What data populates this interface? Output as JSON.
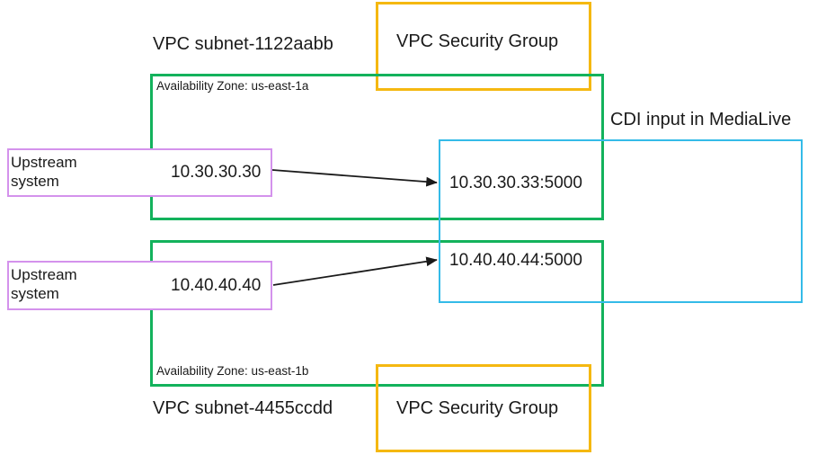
{
  "diagram": {
    "title_top_subnet": "VPC subnet-1122aabb",
    "title_bottom_subnet": "VPC subnet-4455ccdd",
    "security_group_top_label": "VPC Security Group",
    "security_group_bottom_label": "VPC Security Group",
    "cdi_label": "CDI input in MediaLive",
    "availability_zone_top": "Availability Zone: us-east-1a",
    "availability_zone_bottom": "Availability Zone: us-east-1b",
    "upstream_top": "Upstream\nsystem",
    "upstream_bottom": "Upstream\nsystem",
    "upstream_top_line1": "Upstream",
    "upstream_top_line2": "system",
    "upstream_bottom_line1": "Upstream",
    "upstream_bottom_line2": "system",
    "source_ip_top": "10.30.30.30",
    "source_ip_bottom": "10.40.40.40",
    "dest_endpoint_top": "10.30.30.33:5000",
    "dest_endpoint_bottom": "10.40.40.44:5000",
    "colors": {
      "subnet_border": "#13b25c",
      "security_group_border": "#f5b811",
      "cdi_border": "#34bbe8",
      "upstream_border": "#d492ec",
      "arrow": "#1a1a1a",
      "text": "#1a1a1a",
      "background": "#ffffff"
    }
  }
}
